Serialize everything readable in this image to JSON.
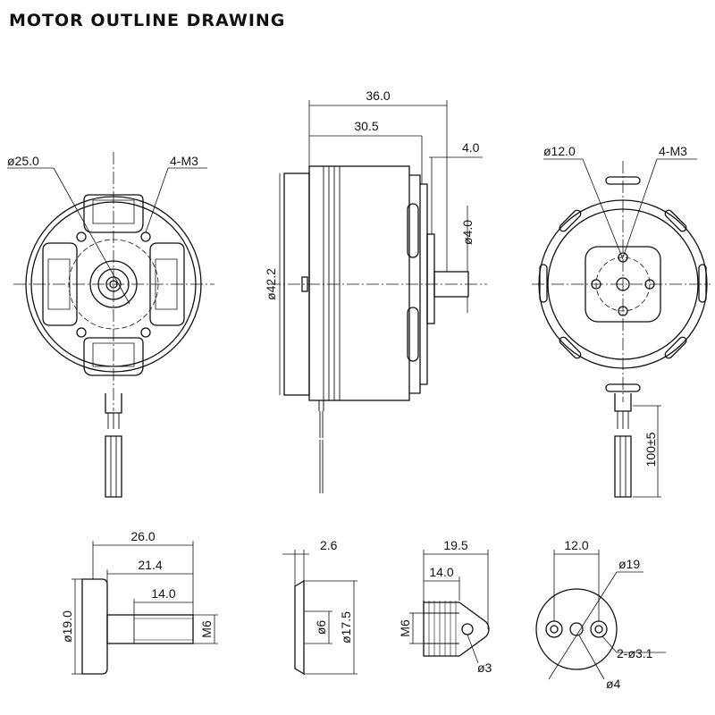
{
  "title": "MOTOR OUTLINE DRAWING",
  "dims": {
    "rear_dia": "ø25.0",
    "rear_holes": "4-M3",
    "side_len": "36.0",
    "side_body": "30.5",
    "side_shaft": "4.0",
    "side_dia": "ø42.2",
    "shaft_dia": "ø4.0",
    "front_dia": "ø12.0",
    "front_holes": "4-M3",
    "lead_len": "100±5",
    "adp_len": "26.0",
    "adp_mid": "21.4",
    "adp_thread": "14.0",
    "adp_dia": "ø19.0",
    "adp_m": "M6",
    "wash_thick": "2.6",
    "wash_in": "ø6",
    "wash_out": "ø17.5",
    "nut_len": "19.5",
    "nut_thread": "14.0",
    "nut_m": "M6",
    "nut_hole": "ø3",
    "plate_span": "12.0",
    "plate_dia": "ø19",
    "plate_holes": "2-ø3.1",
    "plate_center": "ø4"
  }
}
